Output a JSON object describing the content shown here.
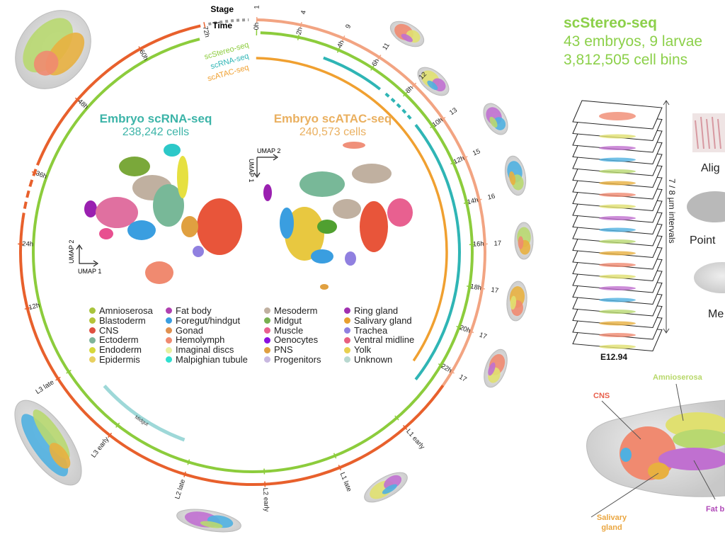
{
  "ring": {
    "stage_title": "Stage",
    "time_title": "Time",
    "series_labels": [
      {
        "name": "scStereo-seq",
        "color": "#8ccc3c"
      },
      {
        "name": "scRNA-seq",
        "color": "#2fb5b5"
      },
      {
        "name": "scATAC-seq",
        "color": "#f0a030"
      }
    ],
    "embryo_stages": [
      "1",
      "4",
      "9",
      "11",
      "12",
      "13",
      "15",
      "16",
      "17",
      "17",
      "17",
      "17"
    ],
    "embryo_times": [
      "0h",
      "2h",
      "4h",
      "6h",
      "8h",
      "10h",
      "12h",
      "14h",
      "16h",
      "18h",
      "20h",
      "22h"
    ],
    "larval_stages": [
      "L1 early",
      "L1 late",
      "L2 early",
      "L2 late",
      "L3 early",
      "L3 late"
    ],
    "larval_times": [
      "12h",
      "24h",
      "36h",
      "48h",
      "60h",
      "72h"
    ],
    "midgut_label": "Midgut",
    "colors": {
      "embryo_stage": "#f2a482",
      "larval_stage": "#e8602c",
      "stereo": "#8ccc3c",
      "rna": "#2fb5b5",
      "atac": "#f0a030",
      "midgut": "#9ed8d8"
    }
  },
  "scrna": {
    "title": "Embryo scRNA-seq",
    "cells": "238,242 cells",
    "color": "#3cb4a8",
    "axis_x": "UMAP 1",
    "axis_y": "UMAP 2"
  },
  "scatac": {
    "title": "Embryo scATAC-seq",
    "cells": "240,573 cells",
    "color": "#eab060",
    "axis_x": "UMAP 2",
    "axis_y": "UMAP 1"
  },
  "legend": [
    {
      "label": "Amnioserosa",
      "color": "#a8c43c"
    },
    {
      "label": "Fat body",
      "color": "#b040b0"
    },
    {
      "label": "Mesoderm",
      "color": "#c0b0a0"
    },
    {
      "label": "Ring gland",
      "color": "#a030b0"
    },
    {
      "label": "Blastoderm",
      "color": "#b5c43a"
    },
    {
      "label": "Foregut/hindgut",
      "color": "#3a9ee0"
    },
    {
      "label": "Midgut",
      "color": "#78b050"
    },
    {
      "label": "Salivary gland",
      "color": "#e8a030"
    },
    {
      "label": "CNS",
      "color": "#e05040"
    },
    {
      "label": "Gonad",
      "color": "#e09050"
    },
    {
      "label": "Muscle",
      "color": "#e86090"
    },
    {
      "label": "Trachea",
      "color": "#9080e0"
    },
    {
      "label": "Ectoderm",
      "color": "#7fb49a"
    },
    {
      "label": "Hemolymph",
      "color": "#f08a70"
    },
    {
      "label": "Oenocytes",
      "color": "#8a10e0"
    },
    {
      "label": "Ventral midline",
      "color": "#e86080"
    },
    {
      "label": "Endoderm",
      "color": "#d6d83a"
    },
    {
      "label": "Imaginal discs",
      "color": "#e8f0a0"
    },
    {
      "label": "PNS",
      "color": "#e0a040"
    },
    {
      "label": "Yolk",
      "color": "#e8d050"
    },
    {
      "label": "Epidermis",
      "color": "#e8d060"
    },
    {
      "label": "Malpighian tubule",
      "color": "#30e0d0"
    },
    {
      "label": "Progenitors",
      "color": "#c8b8e0"
    },
    {
      "label": "Unknown",
      "color": "#b8d8d0"
    }
  ],
  "stereo": {
    "title": "scStereo-seq",
    "samples": "43 embryos, 9 larvae",
    "bins": "3,812,505 cell bins",
    "interval": "7 / 8 µm intervals",
    "steps": [
      "Alig",
      "Point",
      "Me"
    ],
    "embryo_label": "E12.94",
    "annotations": [
      {
        "label": "CNS",
        "color": "#e8604c"
      },
      {
        "label": "Amnioserosa",
        "color": "#b8d86a"
      },
      {
        "label": "Salivary",
        "color": "#eaa640"
      },
      {
        "label": "gland",
        "color": "#eaa640"
      },
      {
        "label": "Fat b",
        "color": "#b048b8"
      }
    ]
  }
}
